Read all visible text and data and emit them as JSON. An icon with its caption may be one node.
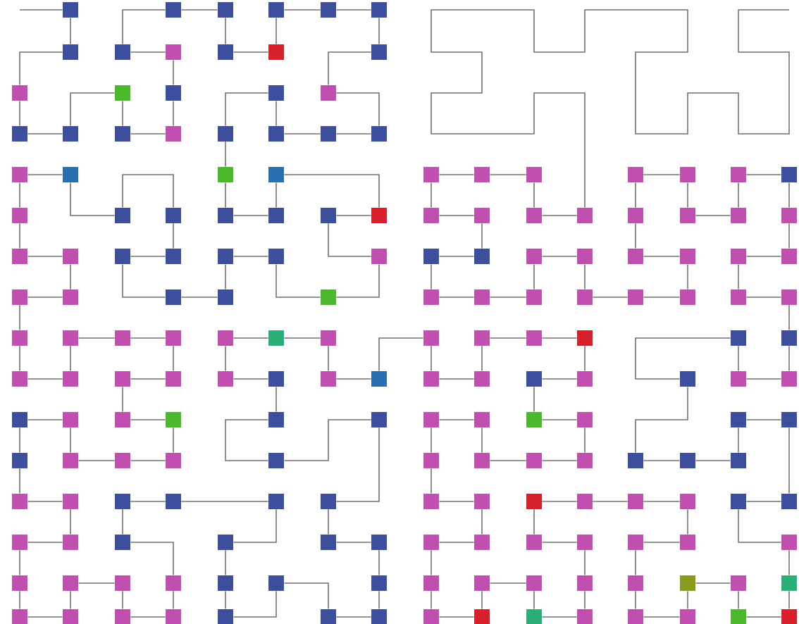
{
  "diagram": {
    "nodes": [
      {
        "text": [],
        "shape": "box"
      },
      {
        "text": [],
        "shape": "box"
      },
      {
        "text": [],
        "shape": "box"
      },
      {
        "text": [],
        "shape": "box"
      },
      {
        "text": [],
        "shape": "box"
      },
      {
        "text": [],
        "shape": "box"
      },
      {
        "text": [],
        "shape": "box"
      },
      {
        "text": [],
        "shape": "box"
      },
      {
        "text": [],
        "shape": "box"
      },
      {
        "text": [],
        "shape": "box"
      },
      {
        "text": [],
        "shape": "box"
      },
      {
        "text": [],
        "shape": "box"
      },
      {
        "text": [],
        "shape": "box"
      },
      {
        "text": [],
        "shape": "box"
      },
      {
        "text": [],
        "shape": "box"
      },
      {
        "text": [],
        "shape": "box"
      },
      {
        "text": [],
        "shape": "box"
      },
      {
        "text": [],
        "shape": "box"
      },
      {
        "text": [],
        "shape": "box"
      },
      {
        "text": [],
        "shape": "box"
      },
      {
        "text": [],
        "shape": "box"
      },
      {
        "text": [],
        "shape": "box"
      },
      {
        "text": [],
        "shape": "box"
      },
      {
        "text": [],
        "shape": "box"
      },
      {
        "text": [],
        "shape": "box"
      },
      {
        "text": [],
        "shape": "box"
      },
      {
        "text": [],
        "shape": "box"
      },
      {
        "text": [],
        "shape": "box"
      },
      {
        "text": [],
        "shape": "box"
      },
      {
        "text": [],
        "shape": "box"
      },
      {
        "text": [],
        "shape": "box"
      },
      {
        "text": [],
        "shape": "box"
      },
      {
        "text": [],
        "shape": "box"
      },
      {
        "text": [],
        "shape": "box"
      },
      {
        "text": [],
        "shape": "box"
      },
      {
        "text": [],
        "shape": "box"
      },
      {
        "text": [],
        "shape": "box"
      },
      {
        "text": [],
        "shape": "box"
      },
      {
        "text": [],
        "shape": "box"
      },
      {
        "text": [],
        "shape": "box"
      },
      {
        "text": [],
        "shape": "box"
      },
      {
        "text": [],
        "shape": "box"
      },
      {
        "text": [],
        "shape": "box"
      },
      {
        "text": [],
        "shape": "box"
      },
      {
        "text": [],
        "shape": "box"
      },
      {
        "text": [],
        "shape": "box"
      },
      {
        "text": [],
        "shape": "box"
      },
      {
        "text": [],
        "shape": "box"
      },
      {
        "text": [],
        "shape": "box"
      },
      {
        "text": [],
        "shape": "box"
      },
      {
        "text": [],
        "shape": "box"
      },
      {
        "text": [],
        "shape": "box"
      },
      {
        "text": [],
        "shape": "box"
      },
      {
        "text": [],
        "shape": "box"
      },
      {
        "text": [],
        "shape": "box"
      },
      {
        "text": [],
        "shape": "box"
      },
      {
        "text": [],
        "shape": "box"
      },
      {
        "text": [],
        "shape": "box"
      },
      {
        "text": [],
        "shape": "box"
      },
      {
        "text": [],
        "shape": "box"
      },
      {
        "text": [],
        "shape": "box"
      },
      {
        "text": [],
        "shape": "box"
      },
      {
        "text": [],
        "shape": "box"
      },
      {
        "text": [],
        "shape": "box"
      },
      {
        "text": [],
        "shape": "box"
      },
      {
        "text": [],
        "shape": "box"
      },
      {
        "text": [],
        "shape": "box"
      },
      {
        "text": [],
        "shape": "box"
      },
      {
        "text": [],
        "shape": "box"
      },
      {
        "text": [],
        "shape": "box"
      },
      {
        "text": [],
        "shape": "box"
      },
      {
        "text": [],
        "shape": "box"
      },
      {
        "text": [],
        "shape": "box"
      },
      {
        "text": [],
        "shape": "box"
      },
      {
        "text": [],
        "shape": "box"
      },
      {
        "text": [],
        "shape": "box"
      },
      {
        "text": [],
        "shape": "box"
      },
      {
        "text": [],
        "shape": "box"
      },
      {
        "text": [],
        "shape": "box"
      },
      {
        "text": [],
        "shape": "box"
      },
      {
        "text": [],
        "shape": "box"
      },
      {
        "text": [],
        "shape": "box"
      },
      {
        "text": [],
        "shape": "box"
      },
      {
        "text": [],
        "shape": "box"
      },
      {
        "text": [],
        "shape": "box"
      },
      {
        "text": [],
        "shape": "box"
      },
      {
        "text": [],
        "shape": "box"
      },
      {
        "text": [],
        "shape": "box"
      },
      {
        "text": [],
        "shape": "box"
      },
      {
        "text": [],
        "shape": "box"
      },
      {
        "text": [],
        "shape": "box"
      },
      {
        "text": [],
        "shape": "box"
      },
      {
        "text": [],
        "shape": "box"
      },
      {
        "text": [],
        "shape": "box"
      },
      {
        "text": [],
        "shape": "box"
      },
      {
        "text": [],
        "shape": "box"
      },
      {
        "text": [],
        "shape": "box"
      },
      {
        "text": [],
        "shape": "box"
      },
      {
        "text": [],
        "shape": "box"
      },
      {
        "text": [],
        "shape": "box"
      },
      {
        "text": [],
        "shape": "box"
      },
      {
        "text": [],
        "shape": "box"
      },
      {
        "text": [],
        "shape": "box"
      },
      {
        "text": [],
        "shape": "box"
      },
      {
        "text": [],
        "shape": "box"
      },
      {
        "text": [],
        "shape": "box"
      },
      {
        "text": [],
        "shape": "box"
      },
      {
        "text": [],
        "shape": "box"
      },
      {
        "text": [],
        "shape": "box"
      },
      {
        "text": [],
        "shape": "box"
      },
      {
        "text": [],
        "shape": "box"
      },
      {
        "text": [],
        "shape": "box"
      },
      {
        "text": [],
        "shape": "box"
      },
      {
        "text": [],
        "shape": "box"
      },
      {
        "text": [],
        "shape": "box"
      },
      {
        "text": [],
        "shape": "box"
      },
      {
        "text": [],
        "shape": "box"
      },
      {
        "text": [],
        "shape": "box"
      },
      {
        "text": [],
        "shape": "box"
      },
      {
        "text": [],
        "shape": "box"
      },
      {
        "text": [],
        "shape": "box"
      },
      {
        "text": [],
        "shape": "box"
      },
      {
        "text": [],
        "shape": "box"
      },
      {
        "text": [],
        "shape": "box"
      },
      {
        "text": [],
        "shape": "box"
      },
      {
        "text": [],
        "shape": "box"
      },
      {
        "text": [],
        "shape": "box"
      },
      {
        "text": [],
        "shape": "box"
      },
      {
        "text": [],
        "shape": "box"
      },
      {
        "text": [],
        "shape": "box"
      },
      {
        "text": [],
        "shape": "box"
      },
      {
        "text": [],
        "shape": "box"
      },
      {
        "text": [],
        "shape": "box"
      },
      {
        "text": [],
        "shape": "box"
      },
      {
        "text": [],
        "shape": "box"
      },
      {
        "text": [],
        "shape": "box"
      },
      {
        "text": [],
        "shape": "box"
      },
      {
        "text": [],
        "shape": "box"
      },
      {
        "text": [],
        "shape": "box"
      },
      {
        "text": [],
        "shape": "box"
      },
      {
        "text": [],
        "shape": "box"
      },
      {
        "text": [],
        "shape": "box"
      },
      {
        "text": [],
        "shape": "box"
      },
      {
        "text": [],
        "shape": "box"
      },
      {
        "text": [],
        "shape": "box"
      },
      {
        "text": [],
        "shape": "box"
      },
      {
        "text": [],
        "shape": "box"
      },
      {
        "text": [],
        "shape": "box"
      },
      {
        "text": [],
        "shape": "box"
      },
      {
        "text": [],
        "shape": "box"
      },
      {
        "text": [],
        "shape": "box"
      },
      {
        "text": [],
        "shape": "box"
      },
      {
        "text": [],
        "shape": "box"
      },
      {
        "text": [],
        "shape": "box"
      },
      {
        "text": [],
        "shape": "box"
      },
      {
        "text": [],
        "shape": "box"
      },
      {
        "text": [],
        "shape": "box"
      },
      {
        "text": [],
        "shape": "box"
      },
      {
        "text": [],
        "shape": "box"
      },
      {
        "text": [],
        "shape": "box"
      },
      {
        "text": [],
        "shape": "box"
      },
      {
        "text": [],
        "shape": "box"
      },
      {
        "text": [],
        "shape": "box"
      },
      {
        "text": [],
        "shape": "box"
      },
      {
        "text": [],
        "shape": "box"
      },
      {
        "text": [],
        "shape": "box"
      },
      {
        "text": [],
        "shape": "box"
      },
      {
        "text": [],
        "shape": "box"
      },
      {
        "text": [],
        "shape": "box"
      },
      {
        "text": [],
        "shape": "box"
      },
      {
        "text": [],
        "shape": "box"
      },
      {
        "text": [],
        "shape": "box"
      },
      {
        "text": [],
        "shape": "box"
      },
      {
        "text": [],
        "shape": "box"
      },
      {
        "text": [],
        "shape": "box"
      },
      {
        "text": [],
        "shape": "box"
      },
      {
        "text": [],
        "shape": "box"
      },
      {
        "text": [],
        "shape": "box"
      },
      {
        "text": [],
        "shape": "box"
      },
      {
        "text": [],
        "shape": "box"
      },
      {
        "text": [],
        "shape": "box"
      },
      {
        "text": [],
        "shape": "box"
      },
      {
        "text": [],
        "shape": "box"
      },
      {
        "text": [],
        "shape": "box"
      },
      {
        "text": [],
        "shape": "box"
      },
      {
        "text": [],
        "shape": "box"
      },
      {
        "text": [],
        "shape": "box"
      },
      {
        "text": [],
        "shape": "box"
      }
    ],
    "edges": [
      {
        "from": null,
        "to": 0,
        "arrow": "none"
      },
      {
        "from": 0,
        "to": 1,
        "arrow": "none"
      },
      {
        "from": 1,
        "to": 2,
        "arrow": "none"
      },
      {
        "from": 2,
        "to": 3,
        "arrow": "none"
      },
      {
        "from": 3,
        "to": 4,
        "arrow": "none"
      },
      {
        "from": 4,
        "to": 5,
        "arrow": "none"
      },
      {
        "from": 5,
        "to": 6,
        "arrow": "none"
      },
      {
        "from": 6,
        "to": 7,
        "arrow": "none"
      },
      {
        "from": 7,
        "to": 8,
        "arrow": "none"
      },
      {
        "from": 8,
        "to": 9,
        "arrow": "none"
      },
      {
        "from": 9,
        "to": 10,
        "arrow": "none"
      },
      {
        "from": 10,
        "to": 11,
        "arrow": "none"
      },
      {
        "from": 11,
        "to": 12,
        "arrow": "none"
      },
      {
        "from": 12,
        "to": 13,
        "arrow": "none"
      },
      {
        "from": 13,
        "to": 14,
        "arrow": "none"
      },
      {
        "from": 14,
        "to": 15,
        "arrow": "none"
      },
      {
        "from": 15,
        "to": 16,
        "arrow": "none"
      },
      {
        "from": 16,
        "to": 17,
        "arrow": "none"
      },
      {
        "from": 17,
        "to": 18,
        "arrow": "none"
      },
      {
        "from": 18,
        "to": 19,
        "arrow": "none"
      },
      {
        "from": 19,
        "to": 20,
        "arrow": "none"
      },
      {
        "from": 20,
        "to": 21,
        "arrow": "none"
      },
      {
        "from": 21,
        "to": 22,
        "arrow": "none"
      },
      {
        "from": 22,
        "to": 23,
        "arrow": "none"
      },
      {
        "from": 23,
        "to": 24,
        "arrow": "none"
      },
      {
        "from": 24,
        "to": 25,
        "arrow": "none"
      },
      {
        "from": 25,
        "to": 26,
        "arrow": "none"
      },
      {
        "from": 26,
        "to": 27,
        "arrow": "none"
      },
      {
        "from": 27,
        "to": 28,
        "arrow": "none"
      },
      {
        "from": 28,
        "to": 29,
        "arrow": "none"
      },
      {
        "from": 29,
        "to": 30,
        "arrow": "none"
      },
      {
        "from": 30,
        "to": 31,
        "arrow": "none"
      },
      {
        "from": 31,
        "to": 32,
        "arrow": "none"
      },
      {
        "from": 32,
        "to": 33,
        "arrow": "none"
      },
      {
        "from": 33,
        "to": 34,
        "arrow": "none"
      },
      {
        "from": 34,
        "to": 35,
        "arrow": "none"
      },
      {
        "from": 35,
        "to": 36,
        "arrow": "none"
      },
      {
        "from": 36,
        "to": 37,
        "arrow": "none"
      },
      {
        "from": 37,
        "to": 38,
        "arrow": "none"
      },
      {
        "from": 38,
        "to": 39,
        "arrow": "none"
      },
      {
        "from": 39,
        "to": 40,
        "arrow": "none"
      },
      {
        "from": 40,
        "to": 41,
        "arrow": "none"
      },
      {
        "from": 41,
        "to": 42,
        "arrow": "none"
      },
      {
        "from": 42,
        "to": 43,
        "arrow": "none"
      },
      {
        "from": 43,
        "to": 44,
        "arrow": "none"
      },
      {
        "from": 44,
        "to": 45,
        "arrow": "none"
      },
      {
        "from": 45,
        "to": 46,
        "arrow": "none"
      },
      {
        "from": 46,
        "to": 47,
        "arrow": "none"
      },
      {
        "from": 47,
        "to": 48,
        "arrow": "none"
      },
      {
        "from": 48,
        "to": 49,
        "arrow": "none"
      },
      {
        "from": 49,
        "to": 50,
        "arrow": "none"
      },
      {
        "from": 50,
        "to": 51,
        "arrow": "none"
      },
      {
        "from": 51,
        "to": 52,
        "arrow": "none"
      },
      {
        "from": 52,
        "to": 53,
        "arrow": "none"
      },
      {
        "from": 53,
        "to": 54,
        "arrow": "none"
      },
      {
        "from": 54,
        "to": 55,
        "arrow": "none"
      },
      {
        "from": 55,
        "to": 56,
        "arrow": "none"
      },
      {
        "from": 56,
        "to": 57,
        "arrow": "none"
      },
      {
        "from": 57,
        "to": 58,
        "arrow": "none"
      },
      {
        "from": 58,
        "to": 59,
        "arrow": "none"
      },
      {
        "from": 59,
        "to": 60,
        "arrow": "none"
      },
      {
        "from": 60,
        "to": 61,
        "arrow": "none"
      },
      {
        "from": 61,
        "to": 62,
        "arrow": "none"
      },
      {
        "from": 62,
        "to": 63,
        "arrow": "none"
      },
      {
        "from": 63,
        "to": 64,
        "arrow": "none"
      },
      {
        "from": 64,
        "to": 65,
        "arrow": "none"
      },
      {
        "from": 65,
        "to": 66,
        "arrow": "none"
      },
      {
        "from": 66,
        "to": 67,
        "arrow": "none"
      },
      {
        "from": 67,
        "to": 68,
        "arrow": "none"
      },
      {
        "from": 68,
        "to": 69,
        "arrow": "none"
      },
      {
        "from": 69,
        "to": 70,
        "arrow": "none"
      },
      {
        "from": 70,
        "to": 71,
        "arrow": "none"
      },
      {
        "from": 71,
        "to": 72,
        "arrow": "none"
      },
      {
        "from": 72,
        "to": 73,
        "arrow": "none"
      },
      {
        "from": 73,
        "to": 74,
        "arrow": "none"
      },
      {
        "from": 74,
        "to": 75,
        "arrow": "none"
      },
      {
        "from": 75,
        "to": 76,
        "arrow": "none"
      },
      {
        "from": 76,
        "to": 77,
        "arrow": "none"
      },
      {
        "from": 77,
        "to": 78,
        "arrow": "none"
      },
      {
        "from": 78,
        "to": 79,
        "arrow": "none"
      },
      {
        "from": 79,
        "to": 80,
        "arrow": "none"
      },
      {
        "from": 80,
        "to": 81,
        "arrow": "none"
      },
      {
        "from": 81,
        "to": 82,
        "arrow": "none"
      },
      {
        "from": 82,
        "to": 83,
        "arrow": "none"
      },
      {
        "from": 83,
        "to": 84,
        "arrow": "none"
      },
      {
        "from": 84,
        "to": 85,
        "arrow": "none"
      },
      {
        "from": 85,
        "to": 86,
        "arrow": "none"
      },
      {
        "from": 86,
        "to": 87,
        "arrow": "none"
      },
      {
        "from": 87,
        "to": 88,
        "arrow": "none"
      },
      {
        "from": 88,
        "to": 89,
        "arrow": "none"
      },
      {
        "from": 89,
        "to": 90,
        "arrow": "none"
      },
      {
        "from": 90,
        "to": 91,
        "arrow": "none"
      },
      {
        "from": 91,
        "to": 92,
        "arrow": "none"
      },
      {
        "from": 92,
        "to": 93,
        "arrow": "none"
      },
      {
        "from": 93,
        "to": 94,
        "arrow": "none"
      },
      {
        "from": 94,
        "to": 95,
        "arrow": "none"
      },
      {
        "from": 95,
        "to": 96,
        "arrow": "none"
      },
      {
        "from": 96,
        "to": 97,
        "arrow": "none"
      },
      {
        "from": 97,
        "to": 98,
        "arrow": "none"
      },
      {
        "from": 98,
        "to": 99,
        "arrow": "none"
      },
      {
        "from": 99,
        "to": 100,
        "arrow": "none"
      },
      {
        "from": 100,
        "to": 101,
        "arrow": "none"
      },
      {
        "from": 101,
        "to": 102,
        "arrow": "none"
      },
      {
        "from": 102,
        "to": 103,
        "arrow": "none"
      },
      {
        "from": 103,
        "to": 104,
        "arrow": "none"
      },
      {
        "from": 104,
        "to": 105,
        "arrow": "none"
      },
      {
        "from": 105,
        "to": 106,
        "arrow": "none"
      },
      {
        "from": 106,
        "to": 107,
        "arrow": "none"
      },
      {
        "from": 107,
        "to": 108,
        "arrow": "none"
      },
      {
        "from": 108,
        "to": 109,
        "arrow": "none"
      },
      {
        "from": 109,
        "to": 110,
        "arrow": "none"
      },
      {
        "from": 110,
        "to": 111,
        "arrow": "none"
      },
      {
        "from": 111,
        "to": 112,
        "arrow": "none"
      },
      {
        "from": 112,
        "to": 113,
        "arrow": "none"
      },
      {
        "from": 113,
        "to": 114,
        "arrow": "none"
      },
      {
        "from": 114,
        "to": 115,
        "arrow": "none"
      },
      {
        "from": 115,
        "to": 116,
        "arrow": "none"
      },
      {
        "from": 116,
        "to": 117,
        "arrow": "none"
      },
      {
        "from": 117,
        "to": 118,
        "arrow": "none"
      },
      {
        "from": 118,
        "to": 119,
        "arrow": "none"
      },
      {
        "from": 119,
        "to": 120,
        "arrow": "none"
      },
      {
        "from": 120,
        "to": 121,
        "arrow": "none"
      },
      {
        "from": 121,
        "to": 122,
        "arrow": "none"
      },
      {
        "from": 122,
        "to": 123,
        "arrow": "none"
      },
      {
        "from": 123,
        "to": 124,
        "arrow": "none"
      },
      {
        "from": 124,
        "to": 125,
        "arrow": "none"
      },
      {
        "from": 125,
        "to": 126,
        "arrow": "none"
      },
      {
        "from": 126,
        "to": 127,
        "arrow": "none"
      },
      {
        "from": 127,
        "to": 128,
        "arrow": "none"
      },
      {
        "from": 128,
        "to": 129,
        "arrow": "none"
      },
      {
        "from": 129,
        "to": 130,
        "arrow": "none"
      },
      {
        "from": 130,
        "to": 131,
        "arrow": "none"
      },
      {
        "from": 131,
        "to": 132,
        "arrow": "none"
      },
      {
        "from": 132,
        "to": 133,
        "arrow": "none"
      },
      {
        "from": 133,
        "to": 134,
        "arrow": "none"
      },
      {
        "from": 134,
        "to": 135,
        "arrow": "none"
      },
      {
        "from": 135,
        "to": 136,
        "arrow": "none"
      },
      {
        "from": 136,
        "to": 137,
        "arrow": "none"
      },
      {
        "from": 137,
        "to": 138,
        "arrow": "none"
      },
      {
        "from": 138,
        "to": 139,
        "arrow": "none"
      },
      {
        "from": 139,
        "to": 140,
        "arrow": "none"
      },
      {
        "from": 140,
        "to": 141,
        "arrow": "none"
      },
      {
        "from": 141,
        "to": 142,
        "arrow": "none"
      },
      {
        "from": 142,
        "to": 143,
        "arrow": "none"
      },
      {
        "from": 143,
        "to": 144,
        "arrow": "none"
      },
      {
        "from": 144,
        "to": 145,
        "arrow": "none"
      },
      {
        "from": 145,
        "to": 146,
        "arrow": "none"
      },
      {
        "from": 146,
        "to": 147,
        "arrow": "none"
      },
      {
        "from": 147,
        "to": 148,
        "arrow": "none"
      },
      {
        "from": 148,
        "to": 149,
        "arrow": "none"
      },
      {
        "from": 149,
        "to": 150,
        "arrow": "none"
      },
      {
        "from": 150,
        "to": 151,
        "arrow": "none"
      },
      {
        "from": 151,
        "to": 152,
        "arrow": "none"
      },
      {
        "from": 152,
        "to": 153,
        "arrow": "none"
      },
      {
        "from": 153,
        "to": 154,
        "arrow": "none"
      },
      {
        "from": 154,
        "to": 155,
        "arrow": "none"
      },
      {
        "from": 155,
        "to": 156,
        "arrow": "none"
      },
      {
        "from": 156,
        "to": 157,
        "arrow": "none"
      },
      {
        "from": 157,
        "to": 158,
        "arrow": "none"
      },
      {
        "from": 158,
        "to": 159,
        "arrow": "none"
      },
      {
        "from": 159,
        "to": 160,
        "arrow": "none"
      },
      {
        "from": 160,
        "to": 161,
        "arrow": "none"
      },
      {
        "from": 161,
        "to": 162,
        "arrow": "none"
      },
      {
        "from": 162,
        "to": 163,
        "arrow": "none"
      },
      {
        "from": 163,
        "to": 164,
        "arrow": "none"
      },
      {
        "from": 164,
        "to": 165,
        "arrow": "none"
      },
      {
        "from": 165,
        "to": 166,
        "arrow": "none"
      },
      {
        "from": 166,
        "to": 167,
        "arrow": "none"
      },
      {
        "from": 167,
        "to": 168,
        "arrow": "none"
      },
      {
        "from": 168,
        "to": 169,
        "arrow": "none"
      },
      {
        "from": 169,
        "to": 170,
        "arrow": "none"
      },
      {
        "from": 170,
        "to": 171,
        "arrow": "none"
      },
      {
        "from": 171,
        "to": 172,
        "arrow": "none"
      },
      {
        "from": 172,
        "to": 173,
        "arrow": "none"
      },
      {
        "from": 173,
        "to": 174,
        "arrow": "none"
      },
      {
        "from": 174,
        "to": 175,
        "arrow": "none"
      },
      {
        "from": 175,
        "to": 176,
        "arrow": "none"
      },
      {
        "from": 176,
        "to": 177,
        "arrow": "none"
      },
      {
        "from": 177,
        "to": 178,
        "arrow": "none"
      },
      {
        "from": 178,
        "to": 179,
        "arrow": "none"
      },
      {
        "from": 179,
        "to": 180,
        "arrow": "none"
      },
      {
        "from": 180,
        "to": 181,
        "arrow": "none"
      },
      {
        "from": 181,
        "to": 182,
        "arrow": "none"
      },
      {
        "from": 182,
        "to": 183,
        "arrow": "none"
      },
      {
        "from": 183,
        "to": 184,
        "arrow": "none"
      },
      {
        "from": 184,
        "to": 185,
        "arrow": "none"
      },
      {
        "from": 185,
        "to": 186,
        "arrow": "none"
      },
      {
        "from": 186,
        "to": 187,
        "arrow": "none"
      },
      {
        "from": 187,
        "to": null,
        "arrow": "none"
      }
    ]
  }
}
